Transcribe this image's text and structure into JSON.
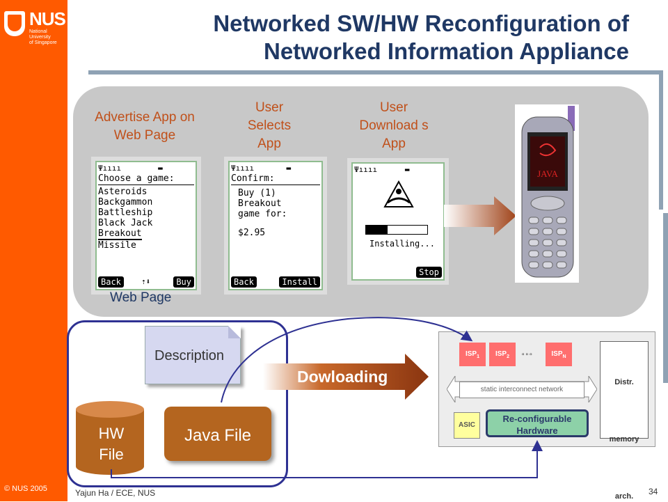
{
  "slide": {
    "title_line1": "Networked SW/HW Reconfiguration of",
    "title_line2": "Networked Information Appliance",
    "copyright": "© NUS 2005",
    "footer": "Yajun Ha / ECE, NUS",
    "page_number": "34",
    "logo": {
      "name": "NUS",
      "subtitle_line1": "National University",
      "subtitle_line2": "of Singapore"
    }
  },
  "steps": [
    {
      "label": "Advertise App on Web Page"
    },
    {
      "label": "User Selects App"
    },
    {
      "label": "User Download s App"
    }
  ],
  "web_page_label": "Web Page",
  "screen1": {
    "heading": "Choose a game:",
    "items": [
      "Asteroids",
      "Backgammon",
      "Battleship",
      "Black Jack",
      "Breakout",
      "Missile"
    ],
    "left_key": "Back",
    "right_key": "Buy"
  },
  "screen2": {
    "heading": "Confirm:",
    "line1": "Buy (1)",
    "line2": "Breakout",
    "line3": "game for:",
    "price": "$2.95",
    "left_key": "Back",
    "right_key": "Install"
  },
  "screen3": {
    "status": "Installing...",
    "progress": 0.35,
    "right_key": "Stop"
  },
  "handset": {
    "screen_text": "JAVA"
  },
  "download": {
    "description": "Description",
    "hw_file_line1": "HW",
    "hw_file_line2": "File",
    "java_file": "Java File",
    "arrow_label": "Dowloading"
  },
  "hardware": {
    "isp1": "ISP",
    "isp1_sub": "1",
    "isp2": "ISP",
    "isp2_sub": "2",
    "ispn": "ISP",
    "ispn_sub": "N",
    "network": "static interconnect network",
    "asic": "ASIC",
    "reconf_line1": "Re-configurable",
    "reconf_line2": "Hardware",
    "distr_line1": "Distr.",
    "distr_line2": "memory",
    "distr_line3": "arch."
  },
  "colors": {
    "sidebar": "#ff5a00",
    "title": "#1f3864",
    "step_label": "#c0501a",
    "panel": "#c8c8c8",
    "arrow": "#b4651f"
  }
}
